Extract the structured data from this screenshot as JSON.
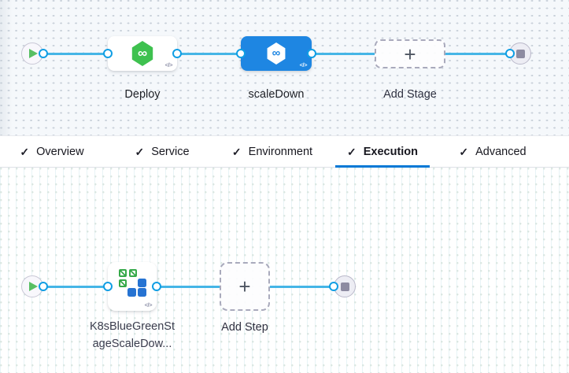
{
  "icons": {
    "check": "✓",
    "plus": "+",
    "code": "</>",
    "infinity": "∞"
  },
  "colors": {
    "selected_stage_blue": "#1e86e2",
    "connector_blue": "#45b5e6",
    "port_ring_blue": "#109ee4",
    "tab_underline_blue": "#0278d5",
    "harness_green": "#3ec14f",
    "k8s_green": "#36a94a",
    "k8s_blue": "#2673d2",
    "canvas_top_bg": "#f5f8fb"
  },
  "stage_pipeline": {
    "stages": [
      {
        "name": "Deploy",
        "selected": false
      },
      {
        "name": "scaleDown",
        "selected": true
      }
    ],
    "add_stage_label": "Add Stage"
  },
  "tab_bar": {
    "active_tab": "Execution",
    "tabs": [
      {
        "label": "Overview",
        "checked": true
      },
      {
        "label": "Service",
        "checked": true
      },
      {
        "label": "Environment",
        "checked": true
      },
      {
        "label": "Execution",
        "checked": true
      },
      {
        "label": "Advanced",
        "checked": true
      }
    ]
  },
  "step_pipeline": {
    "step_name_line1": "K8sBlueGreenSt",
    "step_name_line2": "ageScaleDow...",
    "add_step_label": "Add Step"
  }
}
